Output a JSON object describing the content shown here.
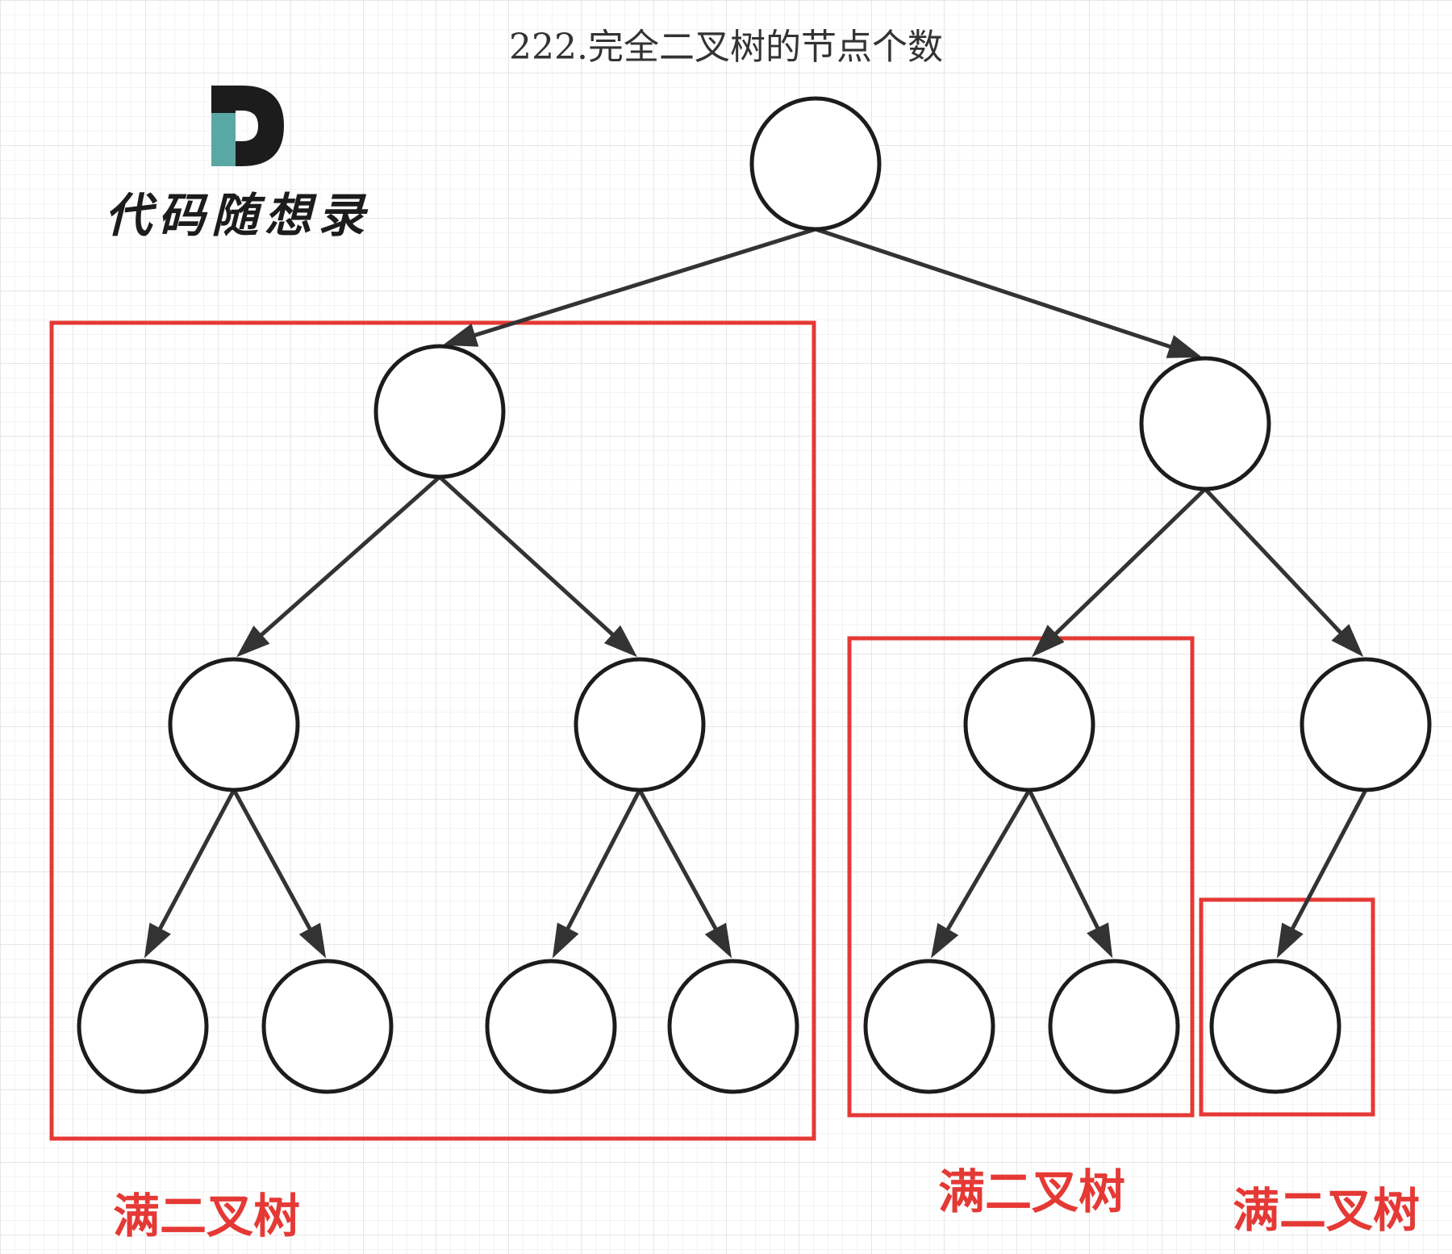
{
  "title": "222.完全二叉树的节点个数",
  "logo": {
    "text": "代码随想录",
    "icon": "letter-d-logo",
    "colors": {
      "primary": "#1c1c1c",
      "accent": "#5aa8a4"
    }
  },
  "tree": {
    "nodes": [
      {
        "id": "root"
      },
      {
        "id": "l"
      },
      {
        "id": "r"
      },
      {
        "id": "ll"
      },
      {
        "id": "lr"
      },
      {
        "id": "rl"
      },
      {
        "id": "rr"
      },
      {
        "id": "lll"
      },
      {
        "id": "llr"
      },
      {
        "id": "lrl"
      },
      {
        "id": "lrr"
      },
      {
        "id": "rll"
      },
      {
        "id": "rlr"
      },
      {
        "id": "rrl"
      }
    ],
    "edges": [
      [
        "root",
        "l"
      ],
      [
        "root",
        "r"
      ],
      [
        "l",
        "ll"
      ],
      [
        "l",
        "lr"
      ],
      [
        "r",
        "rl"
      ],
      [
        "r",
        "rr"
      ],
      [
        "ll",
        "lll"
      ],
      [
        "ll",
        "llr"
      ],
      [
        "lr",
        "lrl"
      ],
      [
        "lr",
        "lrr"
      ],
      [
        "rl",
        "rll"
      ],
      [
        "rl",
        "rlr"
      ],
      [
        "rr",
        "rrl"
      ]
    ]
  },
  "highlights": [
    {
      "label": "满二叉树",
      "root": "l"
    },
    {
      "label": "满二叉树",
      "root": "rl"
    },
    {
      "label": "满二叉树",
      "root": "rrl"
    }
  ],
  "colors": {
    "node_stroke": "#1c1c1c",
    "edge": "#333333",
    "highlight": "#e53935"
  }
}
